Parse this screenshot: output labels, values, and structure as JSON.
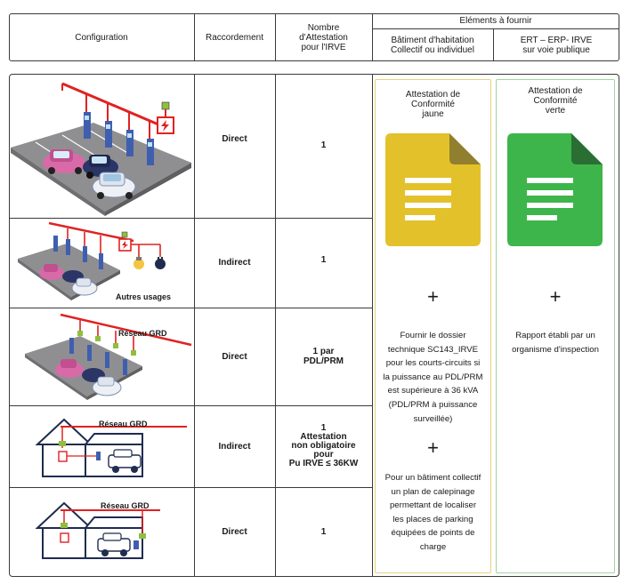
{
  "header": {
    "elements_title": "Eléments à fournir",
    "configuration": "Configuration",
    "raccordement": "Raccordement",
    "nombre": "Nombre\nd'Attestation\npour l'IRVE",
    "batiment": "Bâtiment d'habitation\nCollectif ou individuel",
    "ert": "ERT – ERP- IRVE\nsur voie publique"
  },
  "rows": [
    {
      "raccordement": "Direct",
      "nombre": "1",
      "caption": ""
    },
    {
      "raccordement": "Indirect",
      "nombre": "1",
      "caption": "Autres usages"
    },
    {
      "raccordement": "Direct",
      "nombre": "1 par\nPDL/PRM",
      "caption": "Réseau GRD"
    },
    {
      "raccordement": "Indirect",
      "nombre": "1\nAttestation\nnon obligatoire\npour\nPu IRVE ≤ 36KW",
      "caption": "Réseau GRD"
    },
    {
      "raccordement": "Direct",
      "nombre": "1",
      "caption": "Réseau GRD"
    }
  ],
  "panel_yellow": {
    "title": "Attestation de\nConformité\njaune",
    "color": "#e3c12b",
    "plus1": "+",
    "text1": "Fournir le dossier\ntechnique SC143_IRVE\npour les courts-circuits si\nla puissance au PDL/PRM\nest supérieure à 36 kVA\n(PDL/PRM à puissance\nsurveillée)",
    "plus2": "+",
    "text2": "Pour un bâtiment collectif\nun plan de calepinage\npermettant de localiser\nles places de parking\néquipées de points de\ncharge"
  },
  "panel_green": {
    "title": "Attestation de\nConformité\nverte",
    "color": "#3db54a",
    "plus1": "+",
    "text1": "Rapport établi par un\norganisme d'inspection"
  },
  "icons": {
    "yellow_doc": "document-icon",
    "green_doc": "document-icon",
    "lightning": "lightning-icon",
    "bulb": "lightbulb-icon",
    "plug": "plug-icon"
  }
}
